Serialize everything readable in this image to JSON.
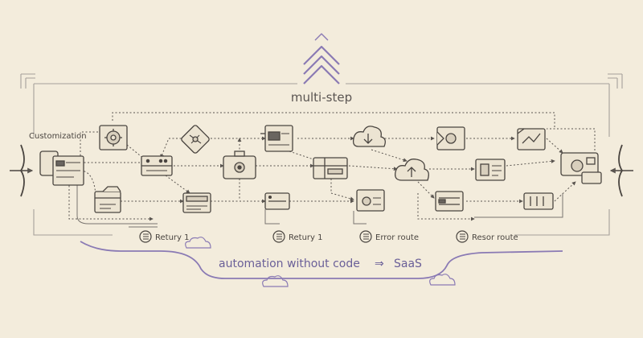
{
  "header": {
    "title": "multi-step"
  },
  "corner_label": "Customization",
  "route_labels": [
    {
      "id": "retry-1a",
      "text": "Retury 1"
    },
    {
      "id": "retry-1b",
      "text": "Retury 1"
    },
    {
      "id": "error-route",
      "text": "Error route"
    },
    {
      "id": "resor-route",
      "text": "Resor route"
    }
  ],
  "tagline": {
    "main": "automation without code",
    "arrow": "⇒",
    "target": "SaaS"
  },
  "colors": {
    "background": "#f3ecdc",
    "ink": "#4a4540",
    "accent": "#8a7ab4",
    "frame": "#a6a19a"
  },
  "icons": [
    "chevron-up-icon",
    "gear-panel-icon",
    "puzzle-icon",
    "server-stack-icon",
    "card-reader-icon",
    "monitor-icon",
    "cloud-download-icon",
    "cloud-upload-icon",
    "media-box-icon",
    "document-icon",
    "wallet-icon",
    "folder-icon",
    "cloud-icon"
  ]
}
